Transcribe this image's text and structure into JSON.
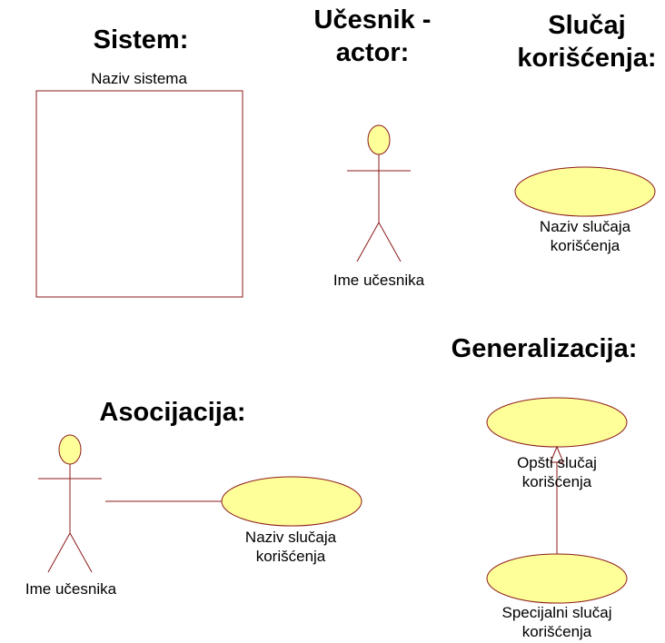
{
  "colors": {
    "stroke": "#8b1a1a",
    "fill": "#ffff99",
    "text": "#000000",
    "background": "#ffffff"
  },
  "headings": {
    "sistem": "Sistem:",
    "ucesnik_line1": "Učesnik -",
    "ucesnik_line2": "actor:",
    "slucaj_line1": "Slučaj",
    "slucaj_line2": "korišćenja:",
    "generalizacija": "Generalizacija:",
    "asocijacija": "Asocijacija:"
  },
  "sistem": {
    "name": "Naziv sistema"
  },
  "actor": {
    "name": "Ime učesnika"
  },
  "use_case": {
    "name_line1": "Naziv slučaja",
    "name_line2": "korišćenja"
  },
  "association": {
    "actor_name": "Ime učesnika",
    "use_case_line1": "Naziv slučaja",
    "use_case_line2": "korišćenja"
  },
  "generalization": {
    "general_line1": "Opšti slučaj",
    "general_line2": "korišćenja",
    "special_line1": "Specijalni slučaj",
    "special_line2": "korišćenja"
  }
}
